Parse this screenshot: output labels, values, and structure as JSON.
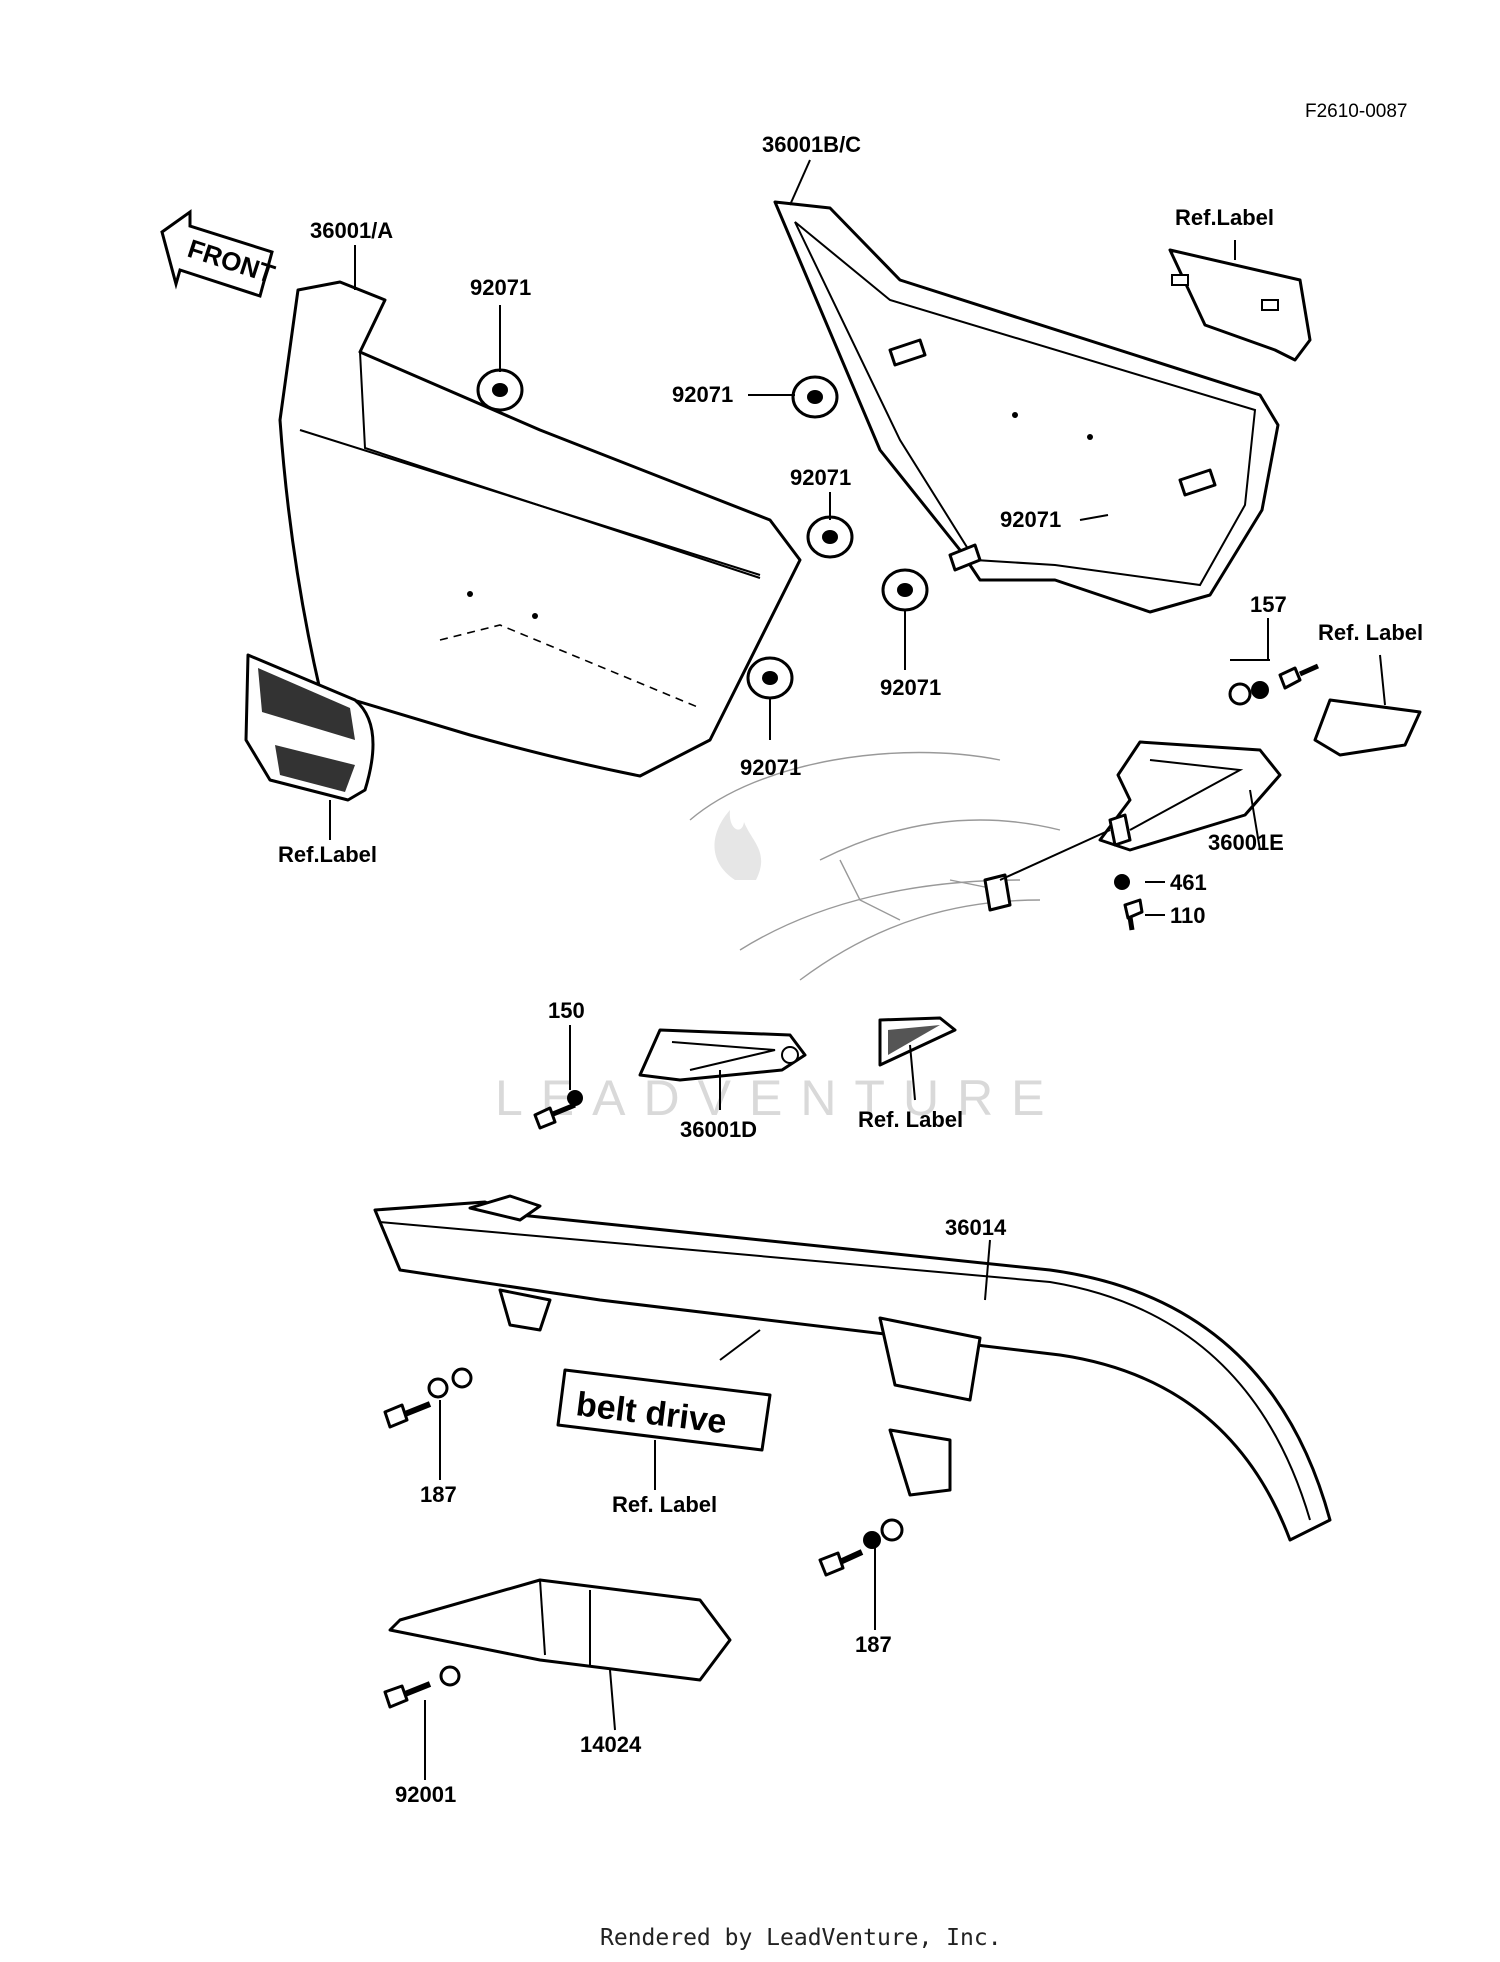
{
  "diagram_code": "F2610-0087",
  "front_arrow": "FRONT",
  "parts": [
    {
      "id": "p-36001A",
      "label": "36001/A"
    },
    {
      "id": "p-36001BC",
      "label": "36001B/C"
    },
    {
      "id": "p-refl-1",
      "label": "Ref.Label"
    },
    {
      "id": "p-92071-a",
      "label": "92071"
    },
    {
      "id": "p-92071-b",
      "label": "92071"
    },
    {
      "id": "p-92071-c",
      "label": "92071"
    },
    {
      "id": "p-92071-d",
      "label": "92071"
    },
    {
      "id": "p-92071-e",
      "label": "92071"
    },
    {
      "id": "p-92071-f",
      "label": "92071"
    },
    {
      "id": "p-157",
      "label": "157"
    },
    {
      "id": "p-refl-2",
      "label": "Ref. Label"
    },
    {
      "id": "p-refl-3",
      "label": "Ref.Label"
    },
    {
      "id": "p-36001E",
      "label": "36001E"
    },
    {
      "id": "p-461",
      "label": "461"
    },
    {
      "id": "p-110",
      "label": "110"
    },
    {
      "id": "p-150",
      "label": "150"
    },
    {
      "id": "p-36001D",
      "label": "36001D"
    },
    {
      "id": "p-refl-4",
      "label": "Ref. Label"
    },
    {
      "id": "p-36014",
      "label": "36014"
    },
    {
      "id": "p-187-a",
      "label": "187"
    },
    {
      "id": "p-refl-5",
      "label": "Ref. Label"
    },
    {
      "id": "p-187-b",
      "label": "187"
    },
    {
      "id": "p-14024",
      "label": "14024"
    },
    {
      "id": "p-92001",
      "label": "92001"
    }
  ],
  "decal_text": "belt drive",
  "watermark": "LEADVENTURE",
  "footer": "Rendered by LeadVenture, Inc."
}
